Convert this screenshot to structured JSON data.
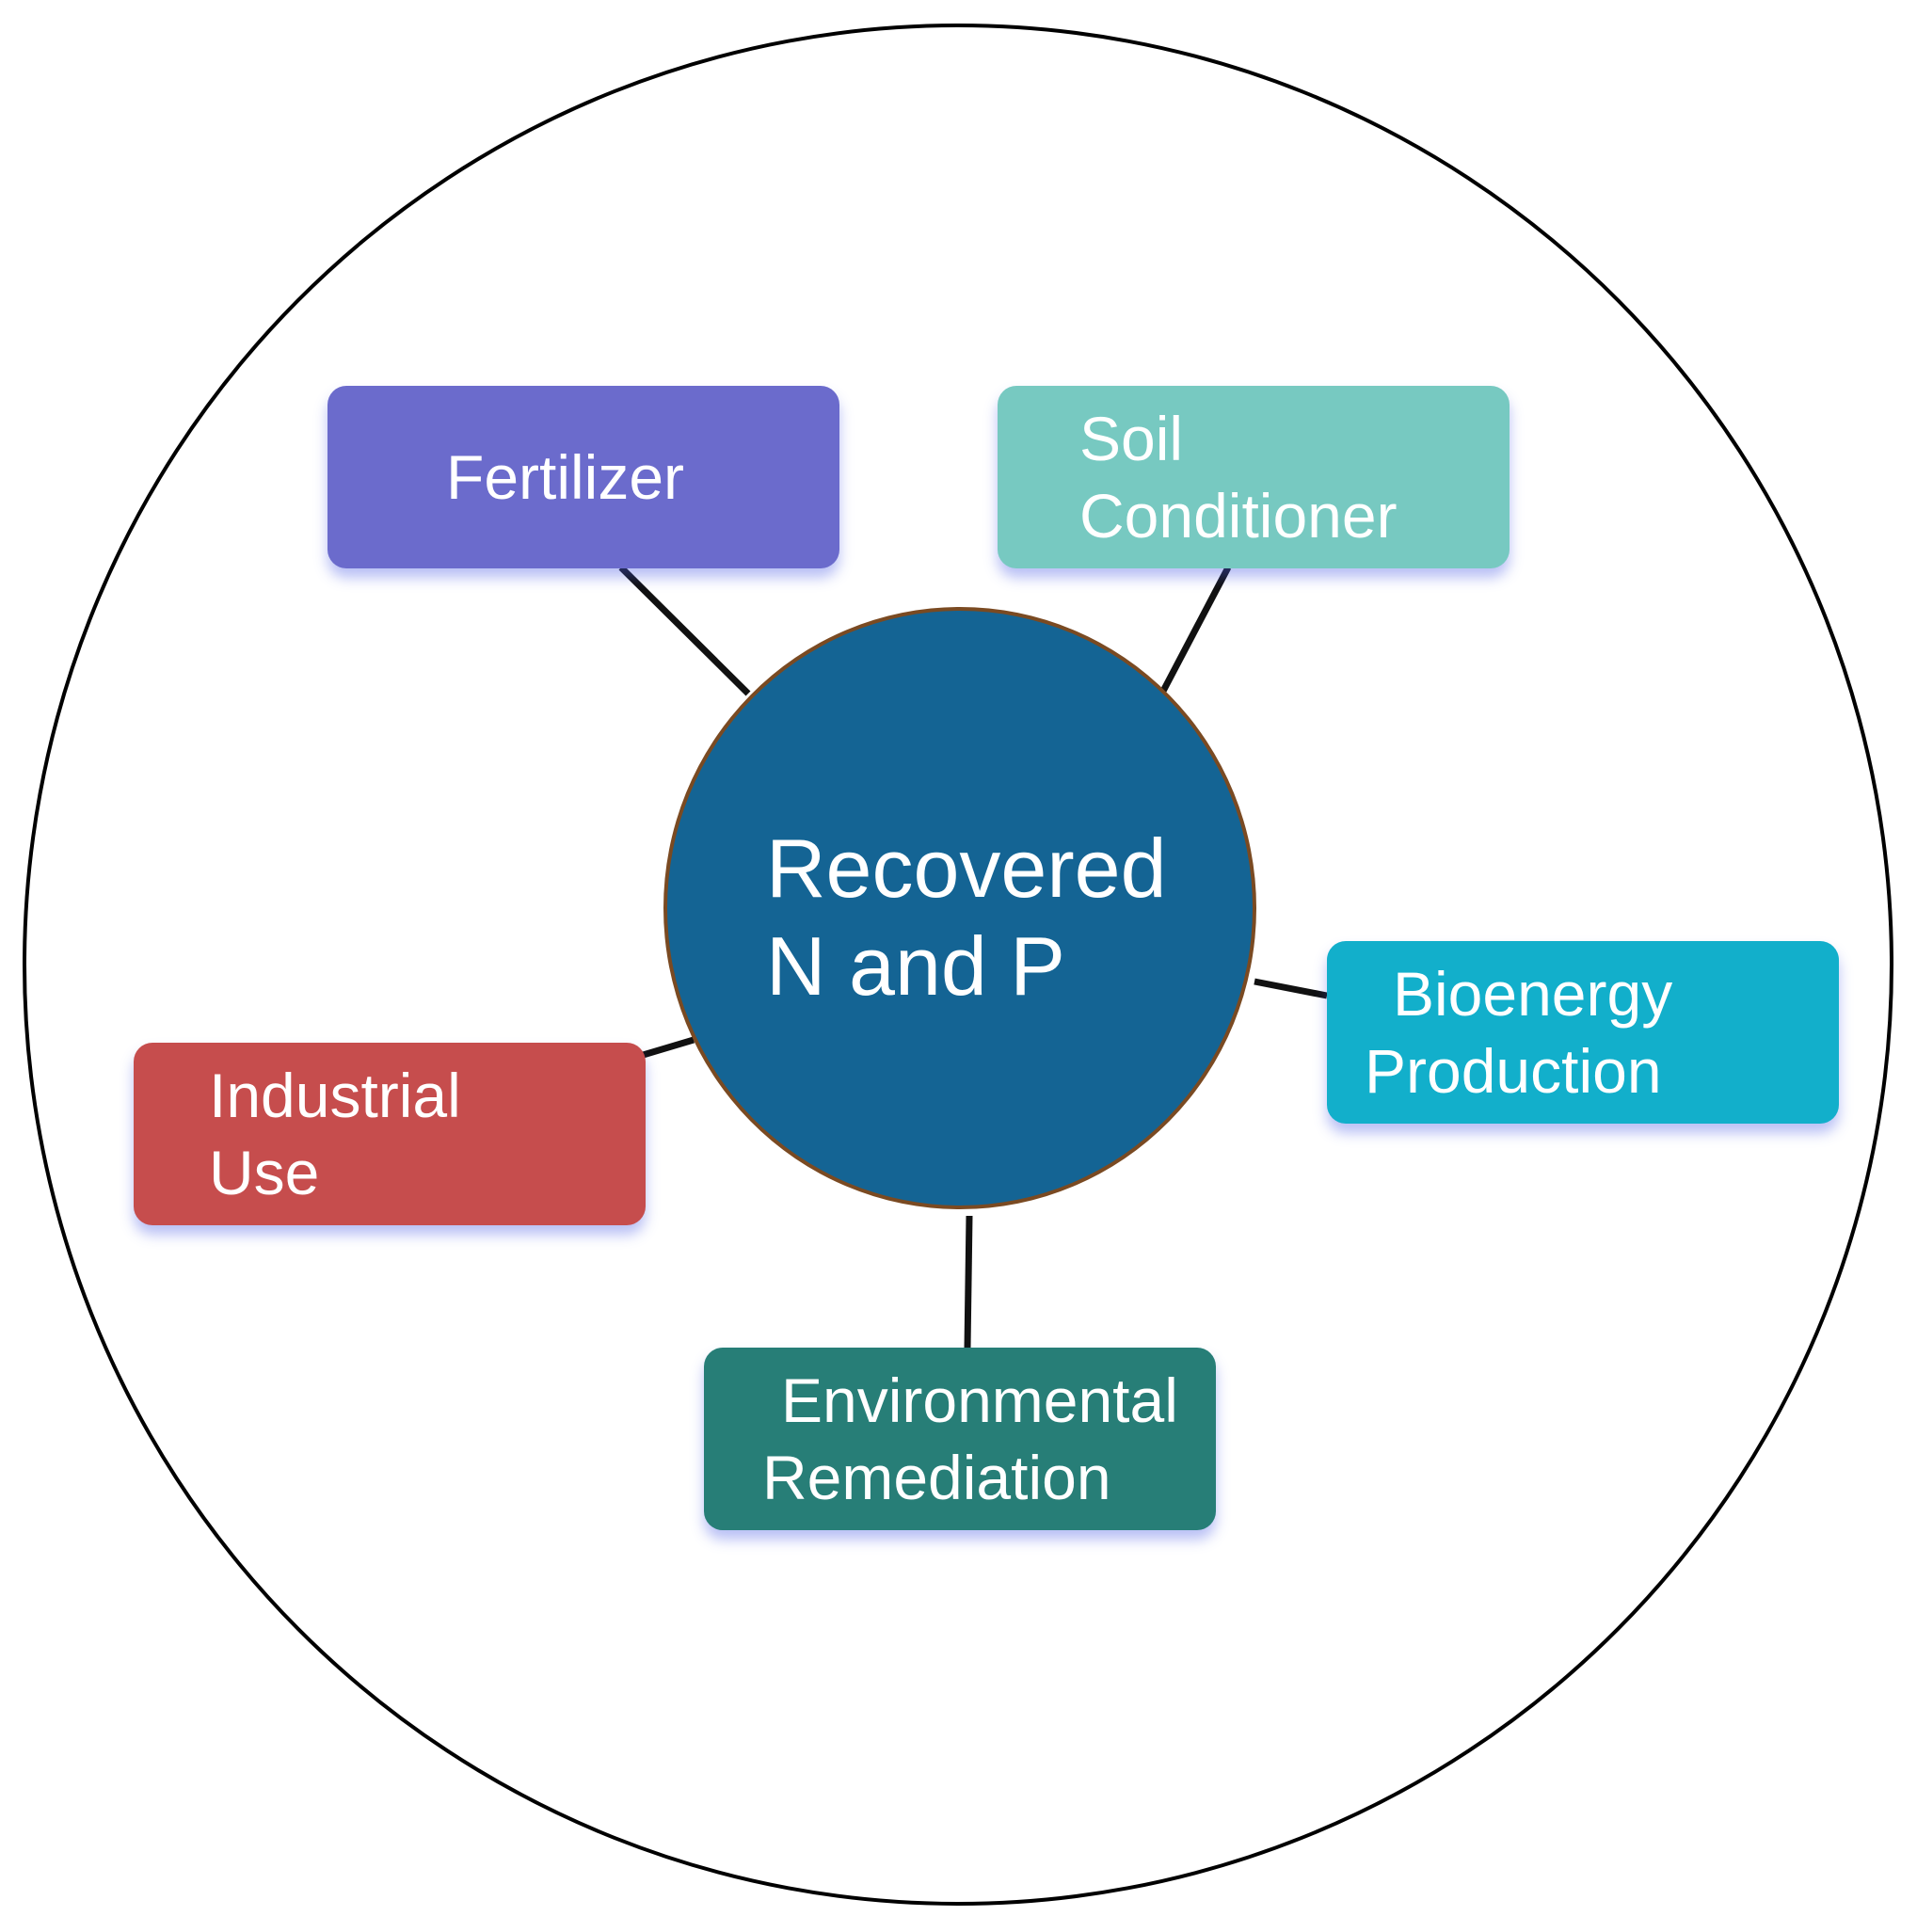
{
  "center": {
    "line1": "Recovered",
    "line2": "N and P",
    "fill": "#146494",
    "border": "#7a4a22"
  },
  "nodes": [
    {
      "id": "fertilizer",
      "lines": [
        "Fertilizer"
      ],
      "color": "#6b6bcc"
    },
    {
      "id": "soil-conditioner",
      "lines": [
        "Soil",
        "Conditioner"
      ],
      "color": "#77c9c1"
    },
    {
      "id": "bioenergy-production",
      "lines": [
        "Bioenergy",
        "Production"
      ],
      "color": "#12afcb"
    },
    {
      "id": "industrial-use",
      "lines": [
        "Industrial",
        "Use"
      ],
      "color": "#c64d4d"
    },
    {
      "id": "environmental-remediation",
      "lines": [
        "Environmental",
        "Remediation"
      ],
      "color": "#277e77"
    }
  ]
}
